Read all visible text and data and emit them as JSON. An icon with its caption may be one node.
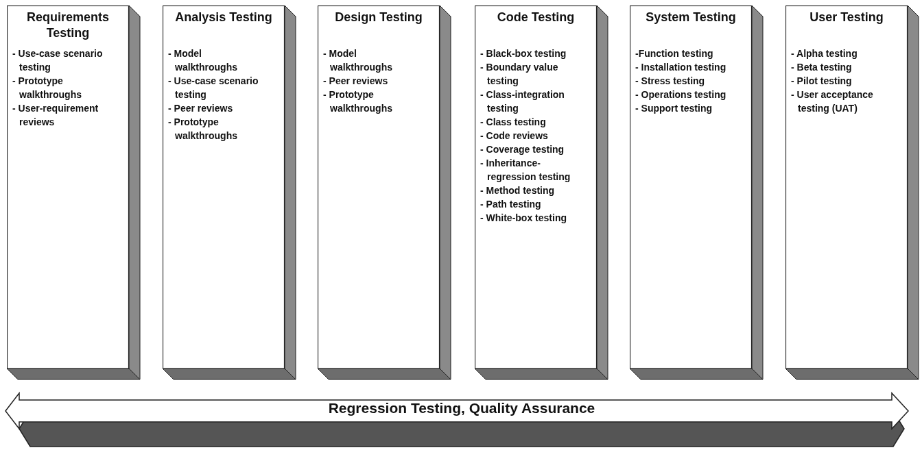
{
  "diagram": {
    "nodes": [
      {
        "text": [
          "Requirements Testing",
          "- Use-case scenario testing",
          "- Prototype walkthroughs",
          "- User-requirement reviews"
        ]
      },
      {
        "text": [
          "Analysis Testing",
          "- Model walkthroughs",
          "- Use-case scenario testing",
          "- Peer reviews",
          "- Prototype walkthroughs"
        ]
      },
      {
        "text": [
          "Design Testing",
          "- Model walkthroughs",
          "- Peer reviews",
          "- Prototype walkthroughs"
        ]
      },
      {
        "text": [
          "Code Testing",
          "- Black-box testing",
          "- Boundary value testing",
          "- Class-integration testing",
          "- Class testing",
          "- Code reviews",
          "- Coverage testing",
          "- Inheritance-regression testing",
          "- Method testing",
          "- Path testing",
          "- White-box testing"
        ]
      },
      {
        "text": [
          "System Testing",
          "-Function testing",
          "- Installation testing",
          "- Stress testing",
          "- Operations testing",
          "- Support testing"
        ]
      },
      {
        "text": [
          "User Testing",
          "- Alpha testing",
          "- Beta testing",
          "- Pilot testing",
          "- User acceptance testing (UAT)"
        ]
      },
      {
        "text": [
          "Regression Testing, Quality Assurance"
        ]
      }
    ]
  }
}
